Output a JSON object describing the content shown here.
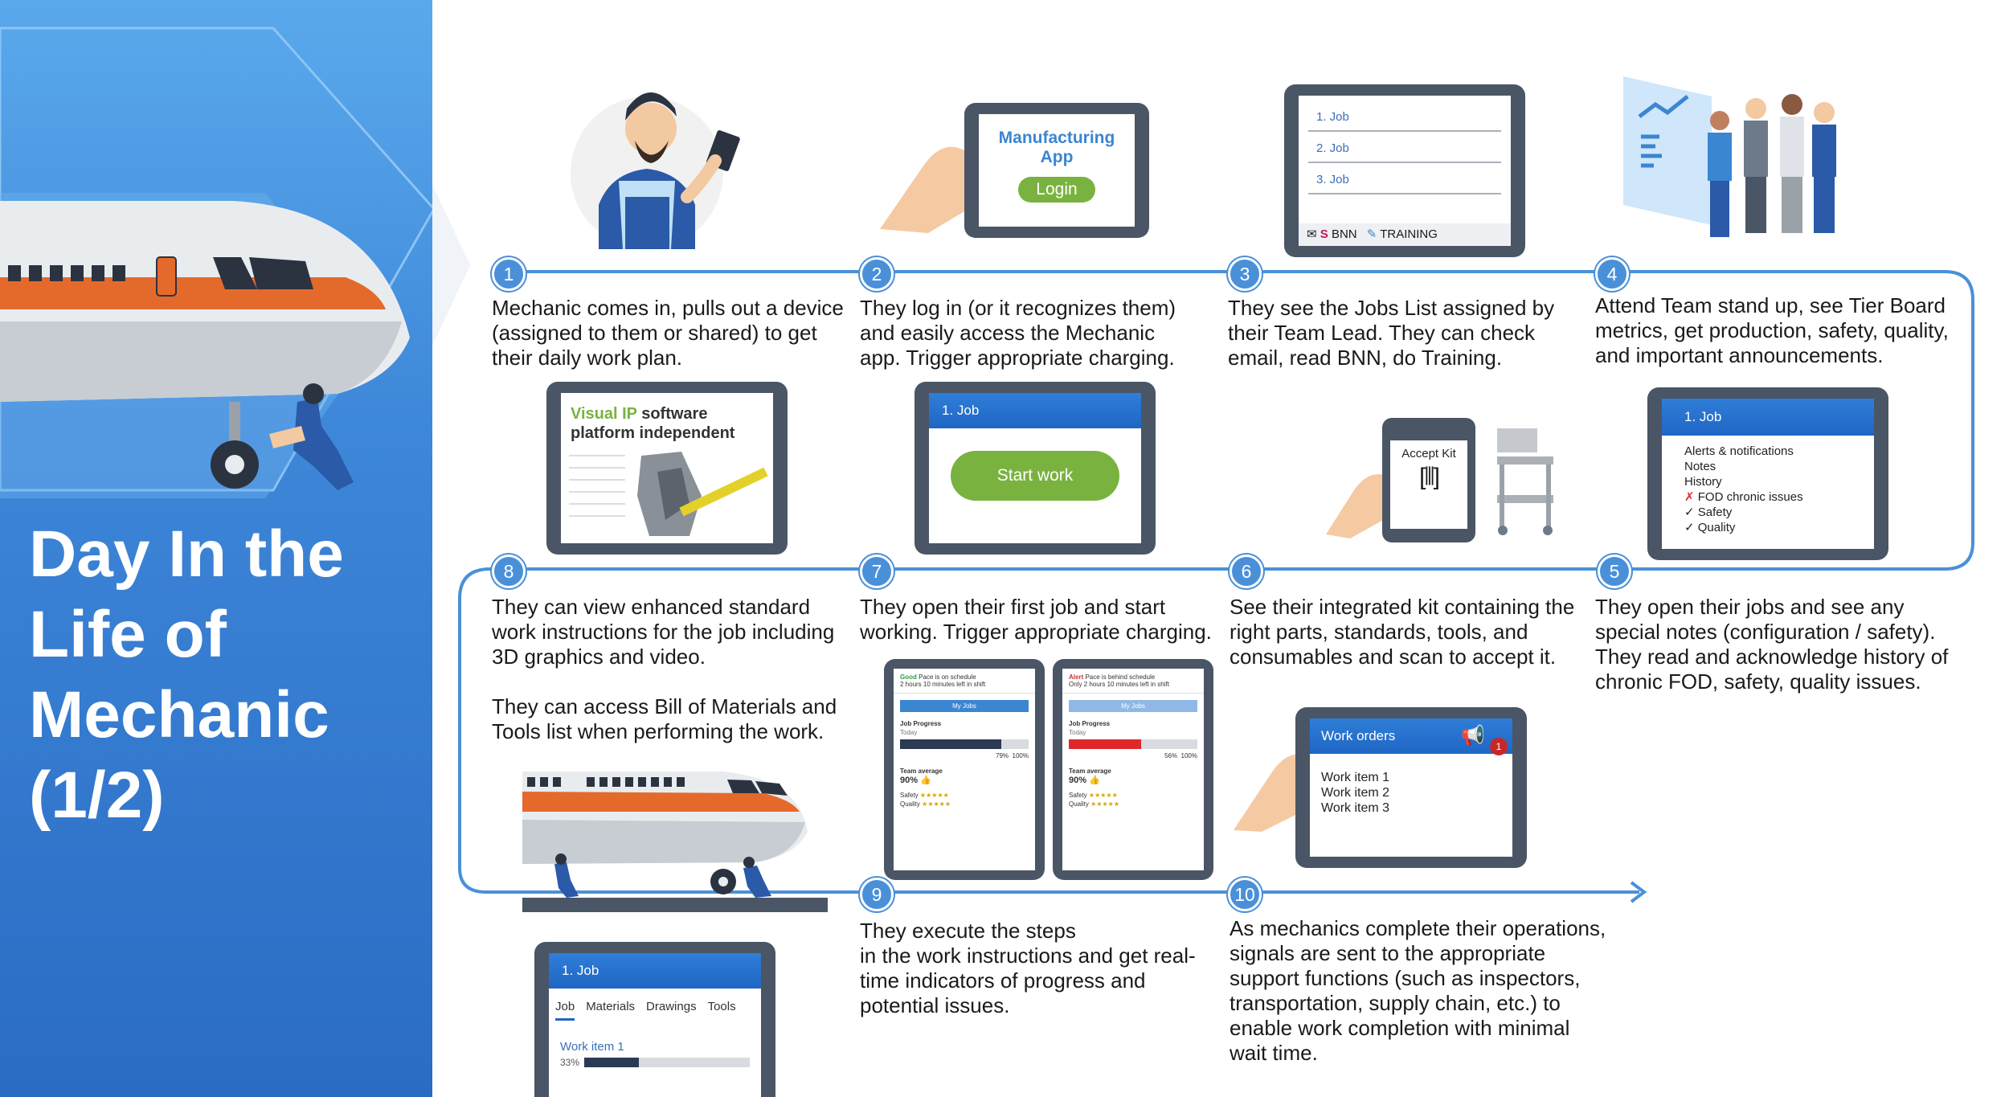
{
  "slide": {
    "title_lines": [
      "Day In the",
      "Life of",
      "Mechanic",
      "(1/2)"
    ]
  },
  "steps": [
    {
      "num": "1",
      "lines": [
        "Mechanic comes in, pulls out a device",
        "(assigned to them or shared) to get",
        "their daily work plan."
      ]
    },
    {
      "num": "2",
      "lines": [
        "They log in (or it recognizes them)",
        "and easily access the Mechanic",
        "app. Trigger appropriate charging."
      ]
    },
    {
      "num": "3",
      "lines": [
        "They see the Jobs List assigned by",
        "their Team Lead. They can check",
        "email, read BNN, do Training."
      ]
    },
    {
      "num": "4",
      "lines": [
        "Attend Team stand up, see Tier Board",
        "metrics, get production, safety, quality,",
        "and important announcements."
      ]
    },
    {
      "num": "5",
      "lines": [
        "They open their jobs and see any",
        "special notes (configuration / safety).",
        "They read and acknowledge history of",
        "chronic FOD, safety, quality issues."
      ]
    },
    {
      "num": "6",
      "lines": [
        "See their integrated kit containing the",
        "right parts, standards, tools, and",
        "consumables and scan to accept it."
      ]
    },
    {
      "num": "7",
      "lines": [
        "They open their first job and start",
        "working. Trigger appropriate charging."
      ]
    },
    {
      "num": "8",
      "lines": [
        "They can view enhanced standard",
        "work instructions for the job including",
        "3D graphics and video.",
        "",
        "They can access Bill of Materials and",
        "Tools list when performing the work."
      ]
    },
    {
      "num": "9",
      "lines": [
        "They execute the steps",
        "in the work instructions and get real-",
        "time indicators of progress and",
        "potential issues."
      ]
    },
    {
      "num": "10",
      "lines": [
        "As mechanics complete their operations,",
        "signals are sent to the appropriate",
        "support functions (such as inspectors,",
        "transportation, supply chain, etc.) to",
        "enable work completion with minimal",
        "wait time."
      ]
    }
  ],
  "screens": {
    "app": {
      "title_line1": "Manufacturing",
      "title_line2": "App",
      "login": "Login"
    },
    "jobs_list": {
      "items": [
        "1. Job",
        "2. Job",
        "3. Job"
      ],
      "bnn": "BNN",
      "training": "TRAINING"
    },
    "job5": {
      "header": "1. Job",
      "lines": [
        "Alerts & notifications",
        "Notes",
        "History",
        "FOD  chronic issues",
        "Safety",
        "Quality"
      ]
    },
    "kit": {
      "label": "Accept Kit"
    },
    "start": {
      "header": "1. Job",
      "button": "Start work"
    },
    "visual_ip": {
      "brand": "Visual IP",
      "rest": " software",
      "line2": "platform independent"
    },
    "progress_good": {
      "status": "Good",
      "status_text": "Pace is on schedule",
      "sub": "2 hours 10 minutes left in shift",
      "tab": "My Jobs",
      "section": "Job Progress",
      "today": "Today",
      "p1": "79%",
      "p2": "100%",
      "team": "Team average",
      "team_value": "90%",
      "safety": "Safety",
      "quality": "Quality",
      "fill": 0.79,
      "color": "#2b3a55"
    },
    "progress_alert": {
      "status": "Alert",
      "status_text": "Pace is behind schedule",
      "sub": "Only 2 hours 10 minutes left in shift",
      "tab": "My Jobs",
      "section": "Job Progress",
      "today": "Today",
      "p1": "56%",
      "p2": "100%",
      "team": "Team average",
      "team_value": "90%",
      "safety": "Safety",
      "quality": "Quality",
      "fill": 0.56,
      "color": "#e02828"
    },
    "work_orders": {
      "header": "Work orders",
      "badge": "1",
      "items": [
        "Work item 1",
        "Work item 2",
        "Work item 3"
      ]
    },
    "job_tabs": {
      "header": "1. Job",
      "tabs": [
        "Job",
        "Materials",
        "Drawings",
        "Tools"
      ],
      "item": "Work item 1",
      "pct": "33%",
      "fill": 0.33
    }
  },
  "colors": {
    "accent": "#4a90d9",
    "sidebar": "#3d86d8",
    "green": "#7ab23f",
    "device": "#4a5566"
  }
}
